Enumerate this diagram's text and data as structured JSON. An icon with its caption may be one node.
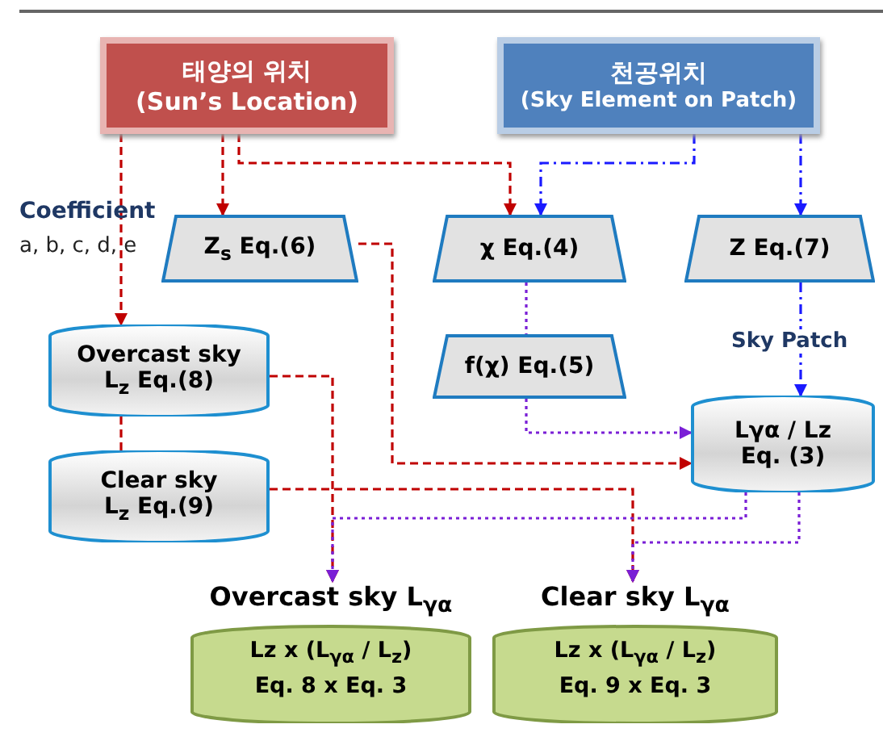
{
  "diagram": {
    "nodes": [
      {
        "text": [
          "태양의 위치",
          "(Sun’s Location)"
        ]
      },
      {
        "text": [
          "천공위치",
          "(Sky Element on Patch)"
        ]
      },
      {
        "text": [
          "Z$_{s}$ Eq.(6)"
        ]
      },
      {
        "text": [
          "χ Eq.(4)"
        ]
      },
      {
        "text": [
          "Z Eq.(7)"
        ]
      },
      {
        "text": [
          "Overcast sky",
          "L$_{z}$ Eq.(8)"
        ]
      },
      {
        "text": [
          "f(χ) Eq.(5)"
        ]
      },
      {
        "text": [
          "Lγα / Lz",
          "Eq. (3)"
        ]
      },
      {
        "text": [
          "Clear sky",
          "L$_{z}$ Eq.(9)"
        ]
      },
      {
        "text": [
          "Overcast sky L$_{γα}$",
          "Lz x (L$_{γα}$ / L$_{z}$)",
          "Eq. 8 x Eq. 3"
        ]
      },
      {
        "text": [
          "Clear sky L$_{γα}$",
          "Lz x (L$_{γα}$ / L$_{z}$)",
          "Eq. 9 x Eq. 3"
        ]
      }
    ],
    "edges": [
      {
        "from": 0,
        "to": 5,
        "arrow": "to",
        "style": "dashed",
        "color": "#c00000"
      },
      {
        "from": 0,
        "to": 2,
        "arrow": "to",
        "style": "dashed",
        "color": "#c00000"
      },
      {
        "from": 0,
        "to": 3,
        "arrow": "to",
        "style": "dashed",
        "color": "#c00000"
      },
      {
        "from": 1,
        "to": 3,
        "arrow": "to",
        "style": "dashed",
        "color": "#1a1aff"
      },
      {
        "from": 1,
        "to": 4,
        "arrow": "to",
        "style": "dashed",
        "color": "#1a1aff"
      },
      {
        "from": 2,
        "to": 7,
        "arrow": "to",
        "style": "dashed",
        "color": "#c00000"
      },
      {
        "from": 3,
        "to": 6,
        "arrow": "none",
        "style": "dashed",
        "color": "#7a1fd6"
      },
      {
        "from": 6,
        "to": 7,
        "arrow": "to",
        "style": "dashed",
        "color": "#7a1fd6"
      },
      {
        "from": 4,
        "to": 7,
        "arrow": "to",
        "style": "dashed",
        "color": "#1a1aff",
        "label": "Sky Patch"
      },
      {
        "from": 5,
        "to": 8,
        "arrow": "none",
        "style": "dashed",
        "color": "#c00000"
      },
      {
        "from": 5,
        "to": 9,
        "arrow": "to",
        "style": "dashed",
        "color": "#c00000"
      },
      {
        "from": 8,
        "to": 10,
        "arrow": "to",
        "style": "dashed",
        "color": "#c00000"
      },
      {
        "from": 7,
        "to": 9,
        "arrow": "to",
        "style": "dashed",
        "color": "#7a1fd6"
      },
      {
        "from": 7,
        "to": 10,
        "arrow": "to",
        "style": "dashed",
        "color": "#7a1fd6"
      }
    ],
    "labels": [
      "Coefficient",
      "a, b, c, d, e"
    ]
  }
}
